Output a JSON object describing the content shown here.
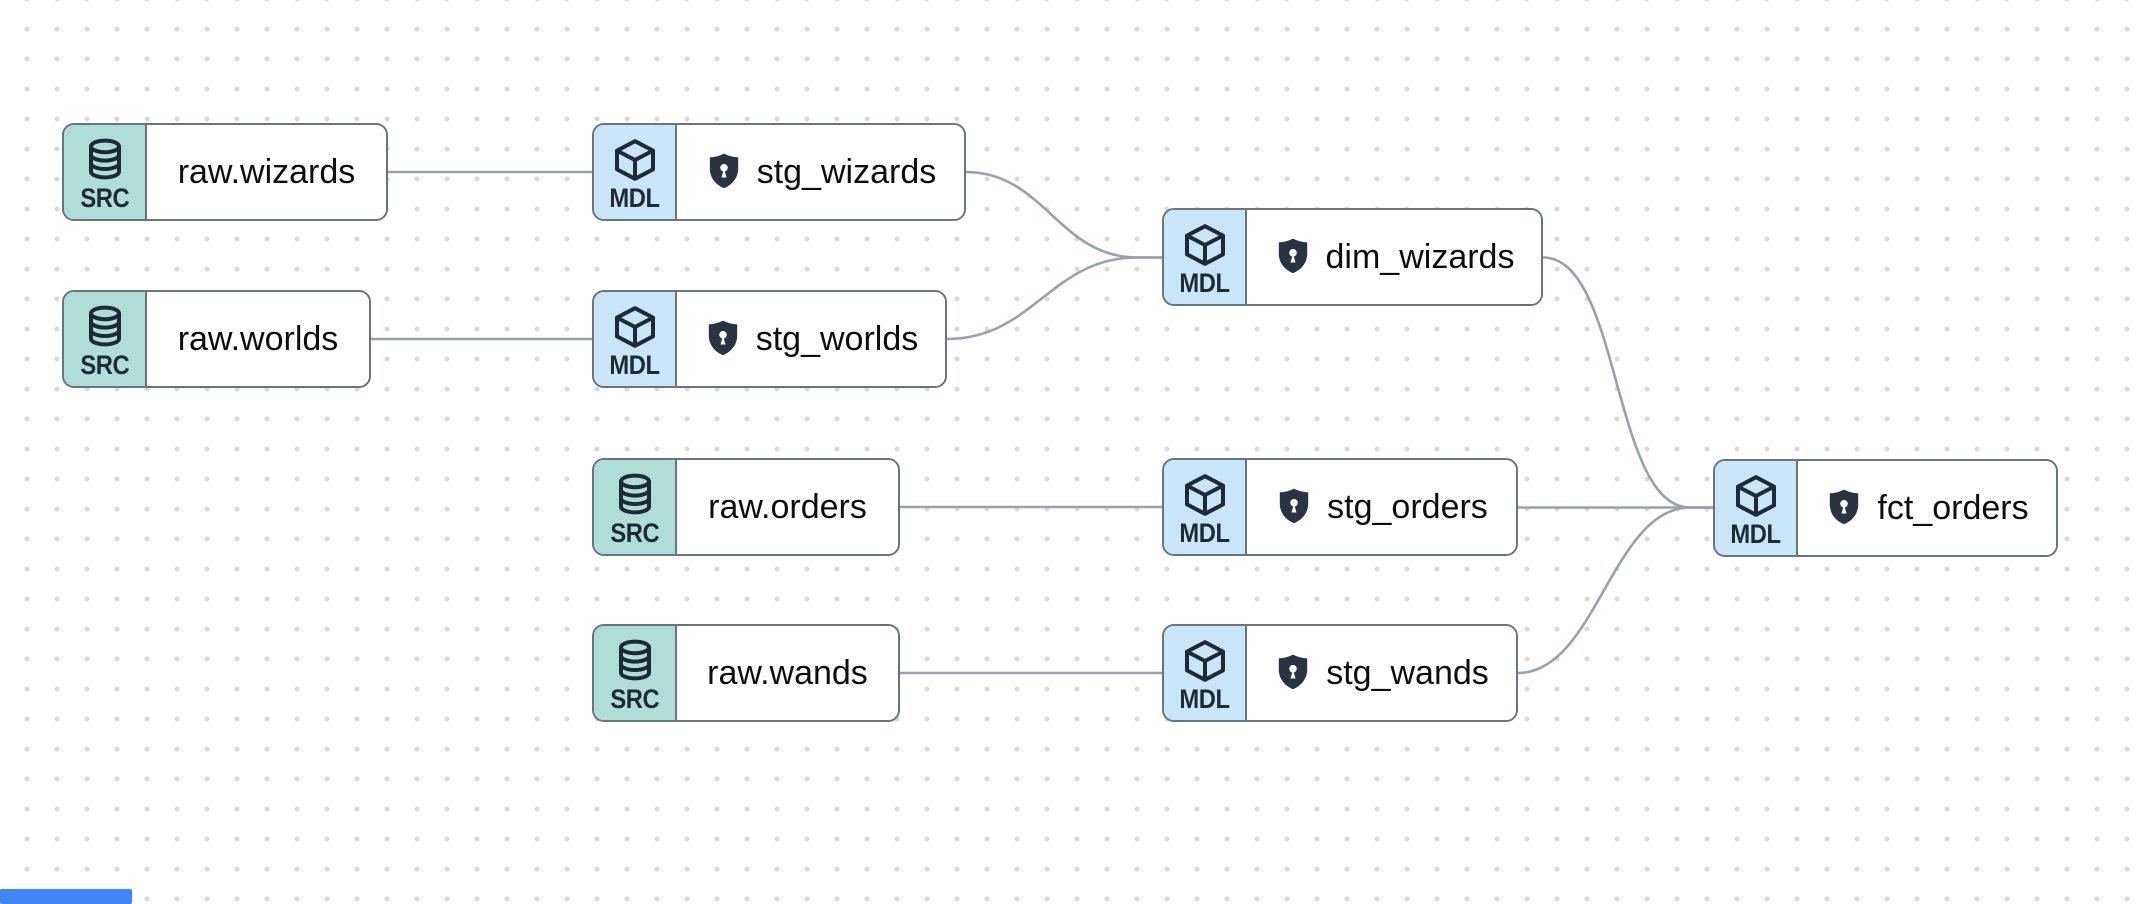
{
  "diagram": {
    "type": "data-lineage-graph",
    "nodes": [
      {
        "id": "raw.wizards",
        "badge": "SRC",
        "label": "raw.wizards",
        "kind": "source",
        "secured": false
      },
      {
        "id": "stg_wizards",
        "badge": "MDL",
        "label": "stg_wizards",
        "kind": "model",
        "secured": true
      },
      {
        "id": "raw.worlds",
        "badge": "SRC",
        "label": "raw.worlds",
        "kind": "source",
        "secured": false
      },
      {
        "id": "stg_worlds",
        "badge": "MDL",
        "label": "stg_worlds",
        "kind": "model",
        "secured": true
      },
      {
        "id": "dim_wizards",
        "badge": "MDL",
        "label": "dim_wizards",
        "kind": "model",
        "secured": true
      },
      {
        "id": "raw.orders",
        "badge": "SRC",
        "label": "raw.orders",
        "kind": "source",
        "secured": false
      },
      {
        "id": "stg_orders",
        "badge": "MDL",
        "label": "stg_orders",
        "kind": "model",
        "secured": true
      },
      {
        "id": "raw.wands",
        "badge": "SRC",
        "label": "raw.wands",
        "kind": "source",
        "secured": false
      },
      {
        "id": "stg_wands",
        "badge": "MDL",
        "label": "stg_wands",
        "kind": "model",
        "secured": true
      },
      {
        "id": "fct_orders",
        "badge": "MDL",
        "label": "fct_orders",
        "kind": "model",
        "secured": true
      }
    ],
    "edges": [
      {
        "from": "raw.wizards",
        "to": "stg_wizards"
      },
      {
        "from": "raw.worlds",
        "to": "stg_worlds"
      },
      {
        "from": "raw.orders",
        "to": "stg_orders"
      },
      {
        "from": "raw.wands",
        "to": "stg_wands"
      },
      {
        "from": "stg_wizards",
        "to": "dim_wizards"
      },
      {
        "from": "stg_worlds",
        "to": "dim_wizards"
      },
      {
        "from": "dim_wizards",
        "to": "fct_orders"
      },
      {
        "from": "stg_orders",
        "to": "fct_orders"
      },
      {
        "from": "stg_wands",
        "to": "fct_orders"
      }
    ]
  },
  "colors": {
    "source_badge": "#afded9",
    "model_badge": "#c9e5f8",
    "node_border": "#6b7280",
    "edge": "#98a1b0",
    "icon": "#1f2a37",
    "shield": "#2a3342",
    "dot_grid": "#d9d9d9",
    "scrollbar_thumb": "#4285f4"
  }
}
